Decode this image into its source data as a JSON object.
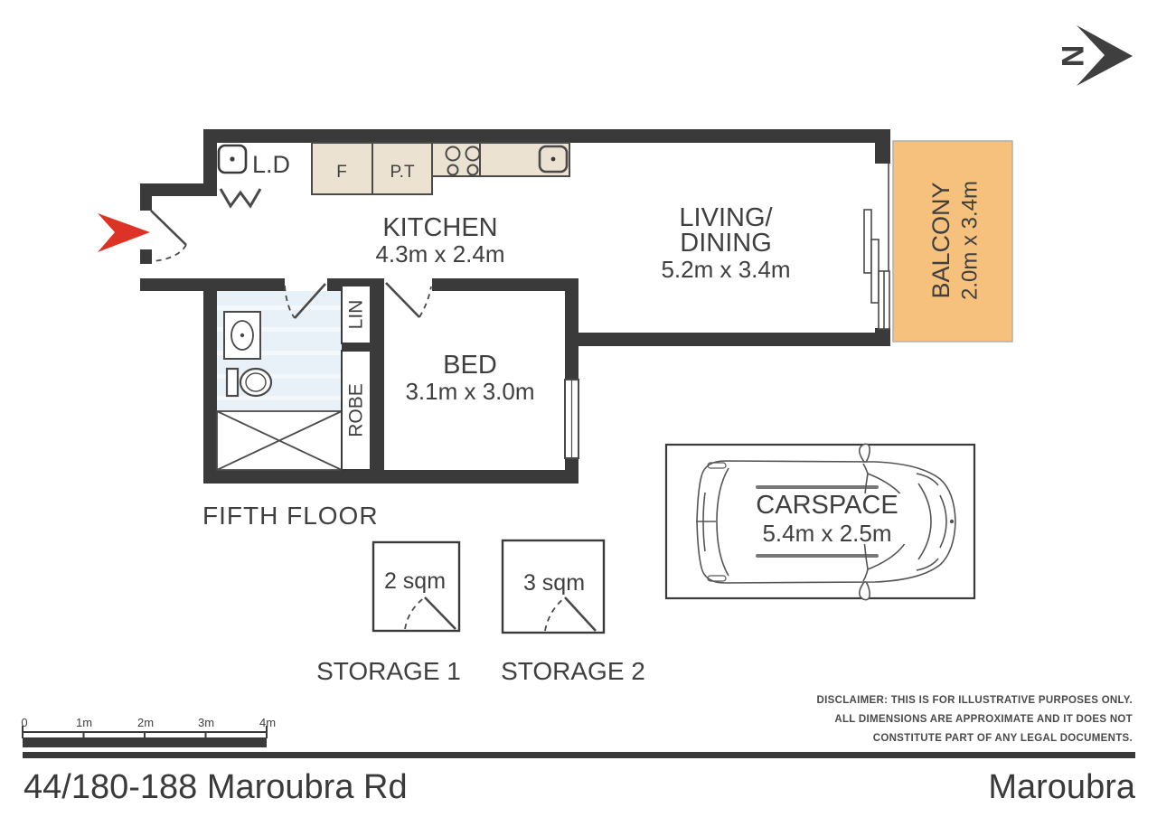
{
  "north": {
    "label": "N"
  },
  "rooms": {
    "laundry": {
      "label": "L.D"
    },
    "kitchen": {
      "name": "KITCHEN",
      "dims": "4.3m x 2.4m",
      "fridge_label": "F",
      "pantry_label": "P.T"
    },
    "living": {
      "name_line1": "LIVING/",
      "name_line2": "DINING",
      "dims": "5.2m x 3.4m"
    },
    "balcony": {
      "name": "BALCONY",
      "dims": "2.0m x 3.4m"
    },
    "bed": {
      "name": "BED",
      "dims": "3.1m x 3.0m"
    },
    "linen": {
      "label": "LIN"
    },
    "robe": {
      "label": "ROBE"
    }
  },
  "floor_label": "FIFTH FLOOR",
  "carspace": {
    "name": "CARSPACE",
    "dims": "5.4m x 2.5m"
  },
  "storages": {
    "s1": {
      "area": "2 sqm",
      "label": "STORAGE 1"
    },
    "s2": {
      "area": "3 sqm",
      "label": "STORAGE 2"
    }
  },
  "scale_bar": {
    "ticks": [
      "0",
      "1m",
      "2m",
      "3m",
      "4m"
    ]
  },
  "disclaimer": {
    "line1": "DISCLAIMER: THIS IS FOR ILLUSTRATIVE PURPOSES ONLY.",
    "line2": "ALL DIMENSIONS ARE APPROXIMATE AND IT DOES NOT",
    "line3": "CONSTITUTE PART OF ANY LEGAL DOCUMENTS."
  },
  "footer": {
    "address": "44/180-188 Maroubra Rd",
    "suburb": "Maroubra"
  },
  "colors": {
    "wall": "#3a3a3a",
    "line": "#4a4a4a",
    "balcony_fill": "#f5c17c",
    "counter_fill": "#ece2d2",
    "bathroom_fill": "#e8f1f7",
    "entry_arrow": "#dd3327",
    "text": "#3f3f3f"
  }
}
